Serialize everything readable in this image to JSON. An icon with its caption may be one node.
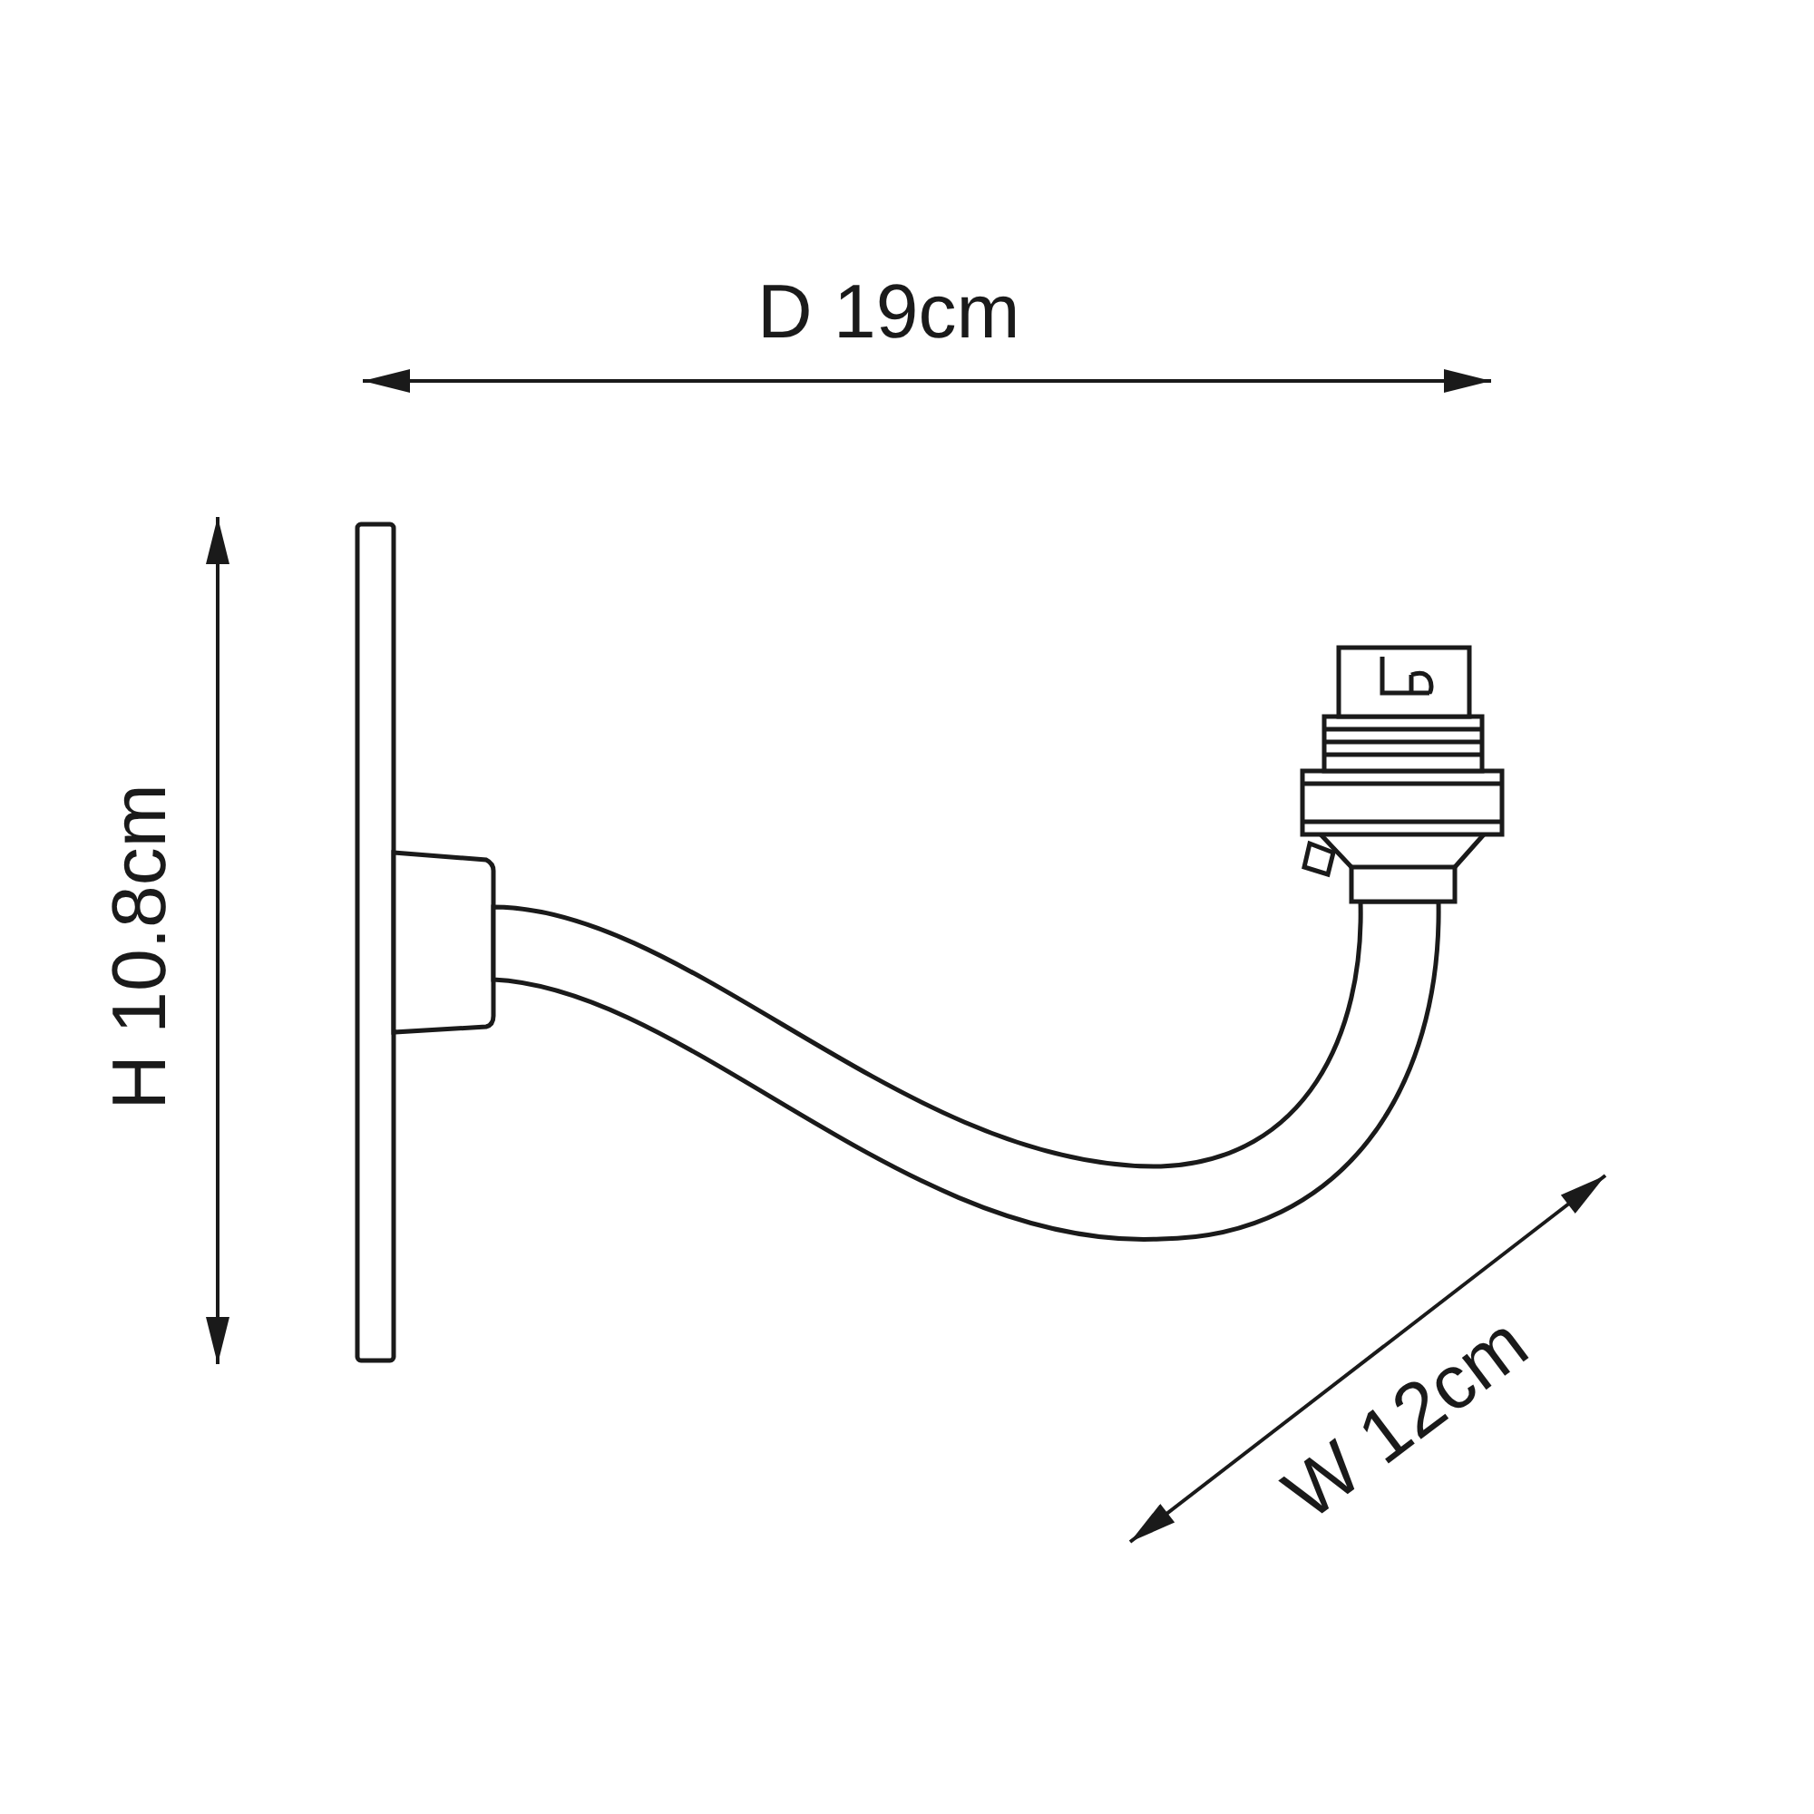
{
  "diagram": {
    "labels": [
      "D 19cm",
      "H 10.8cm",
      "W 12cm"
    ]
  }
}
